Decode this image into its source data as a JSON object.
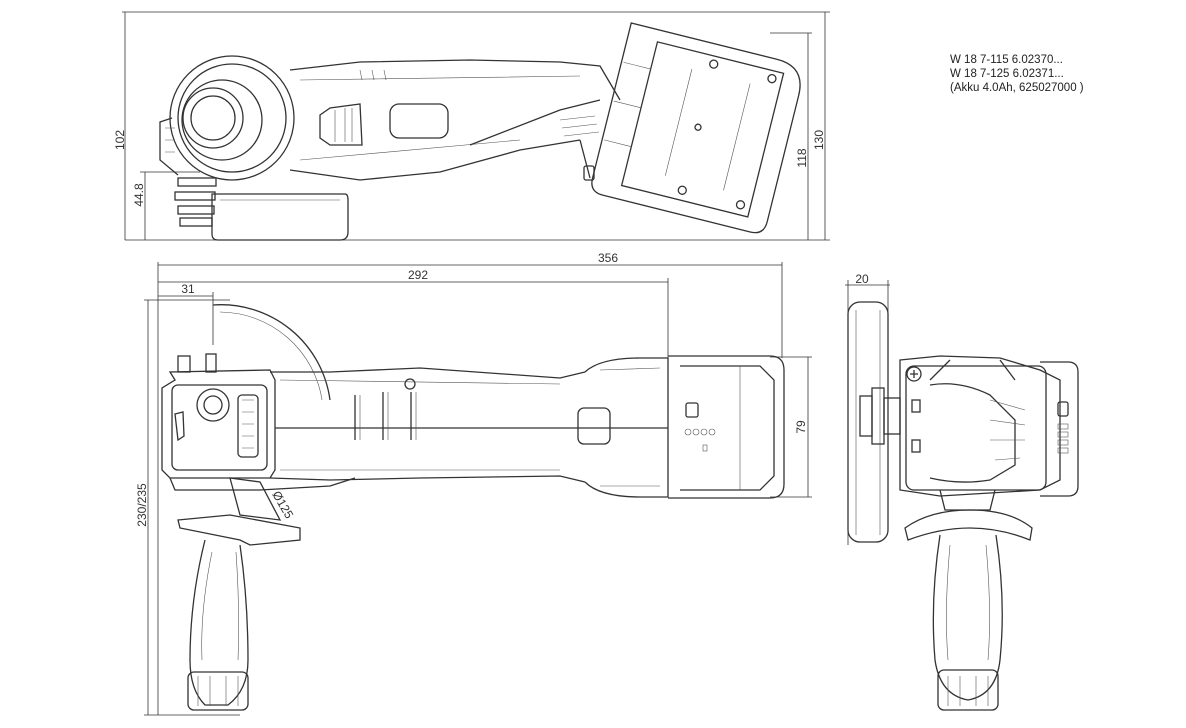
{
  "notes": [
    "W 18 7-115   6.02370...",
    "W 18 7-125   6.02371...",
    "(Akku 4.0Ah, 625027000 )"
  ],
  "dimensions": {
    "top_view": {
      "h102": "102",
      "h44_8": "44.8",
      "h118": "118",
      "h130": "130"
    },
    "side_view": {
      "l356": "356",
      "l292": "292",
      "l31": "31",
      "h230_235": "230/235",
      "h79": "79"
    },
    "front_view": {
      "w20": "20"
    }
  },
  "disc_label": "Ø125"
}
